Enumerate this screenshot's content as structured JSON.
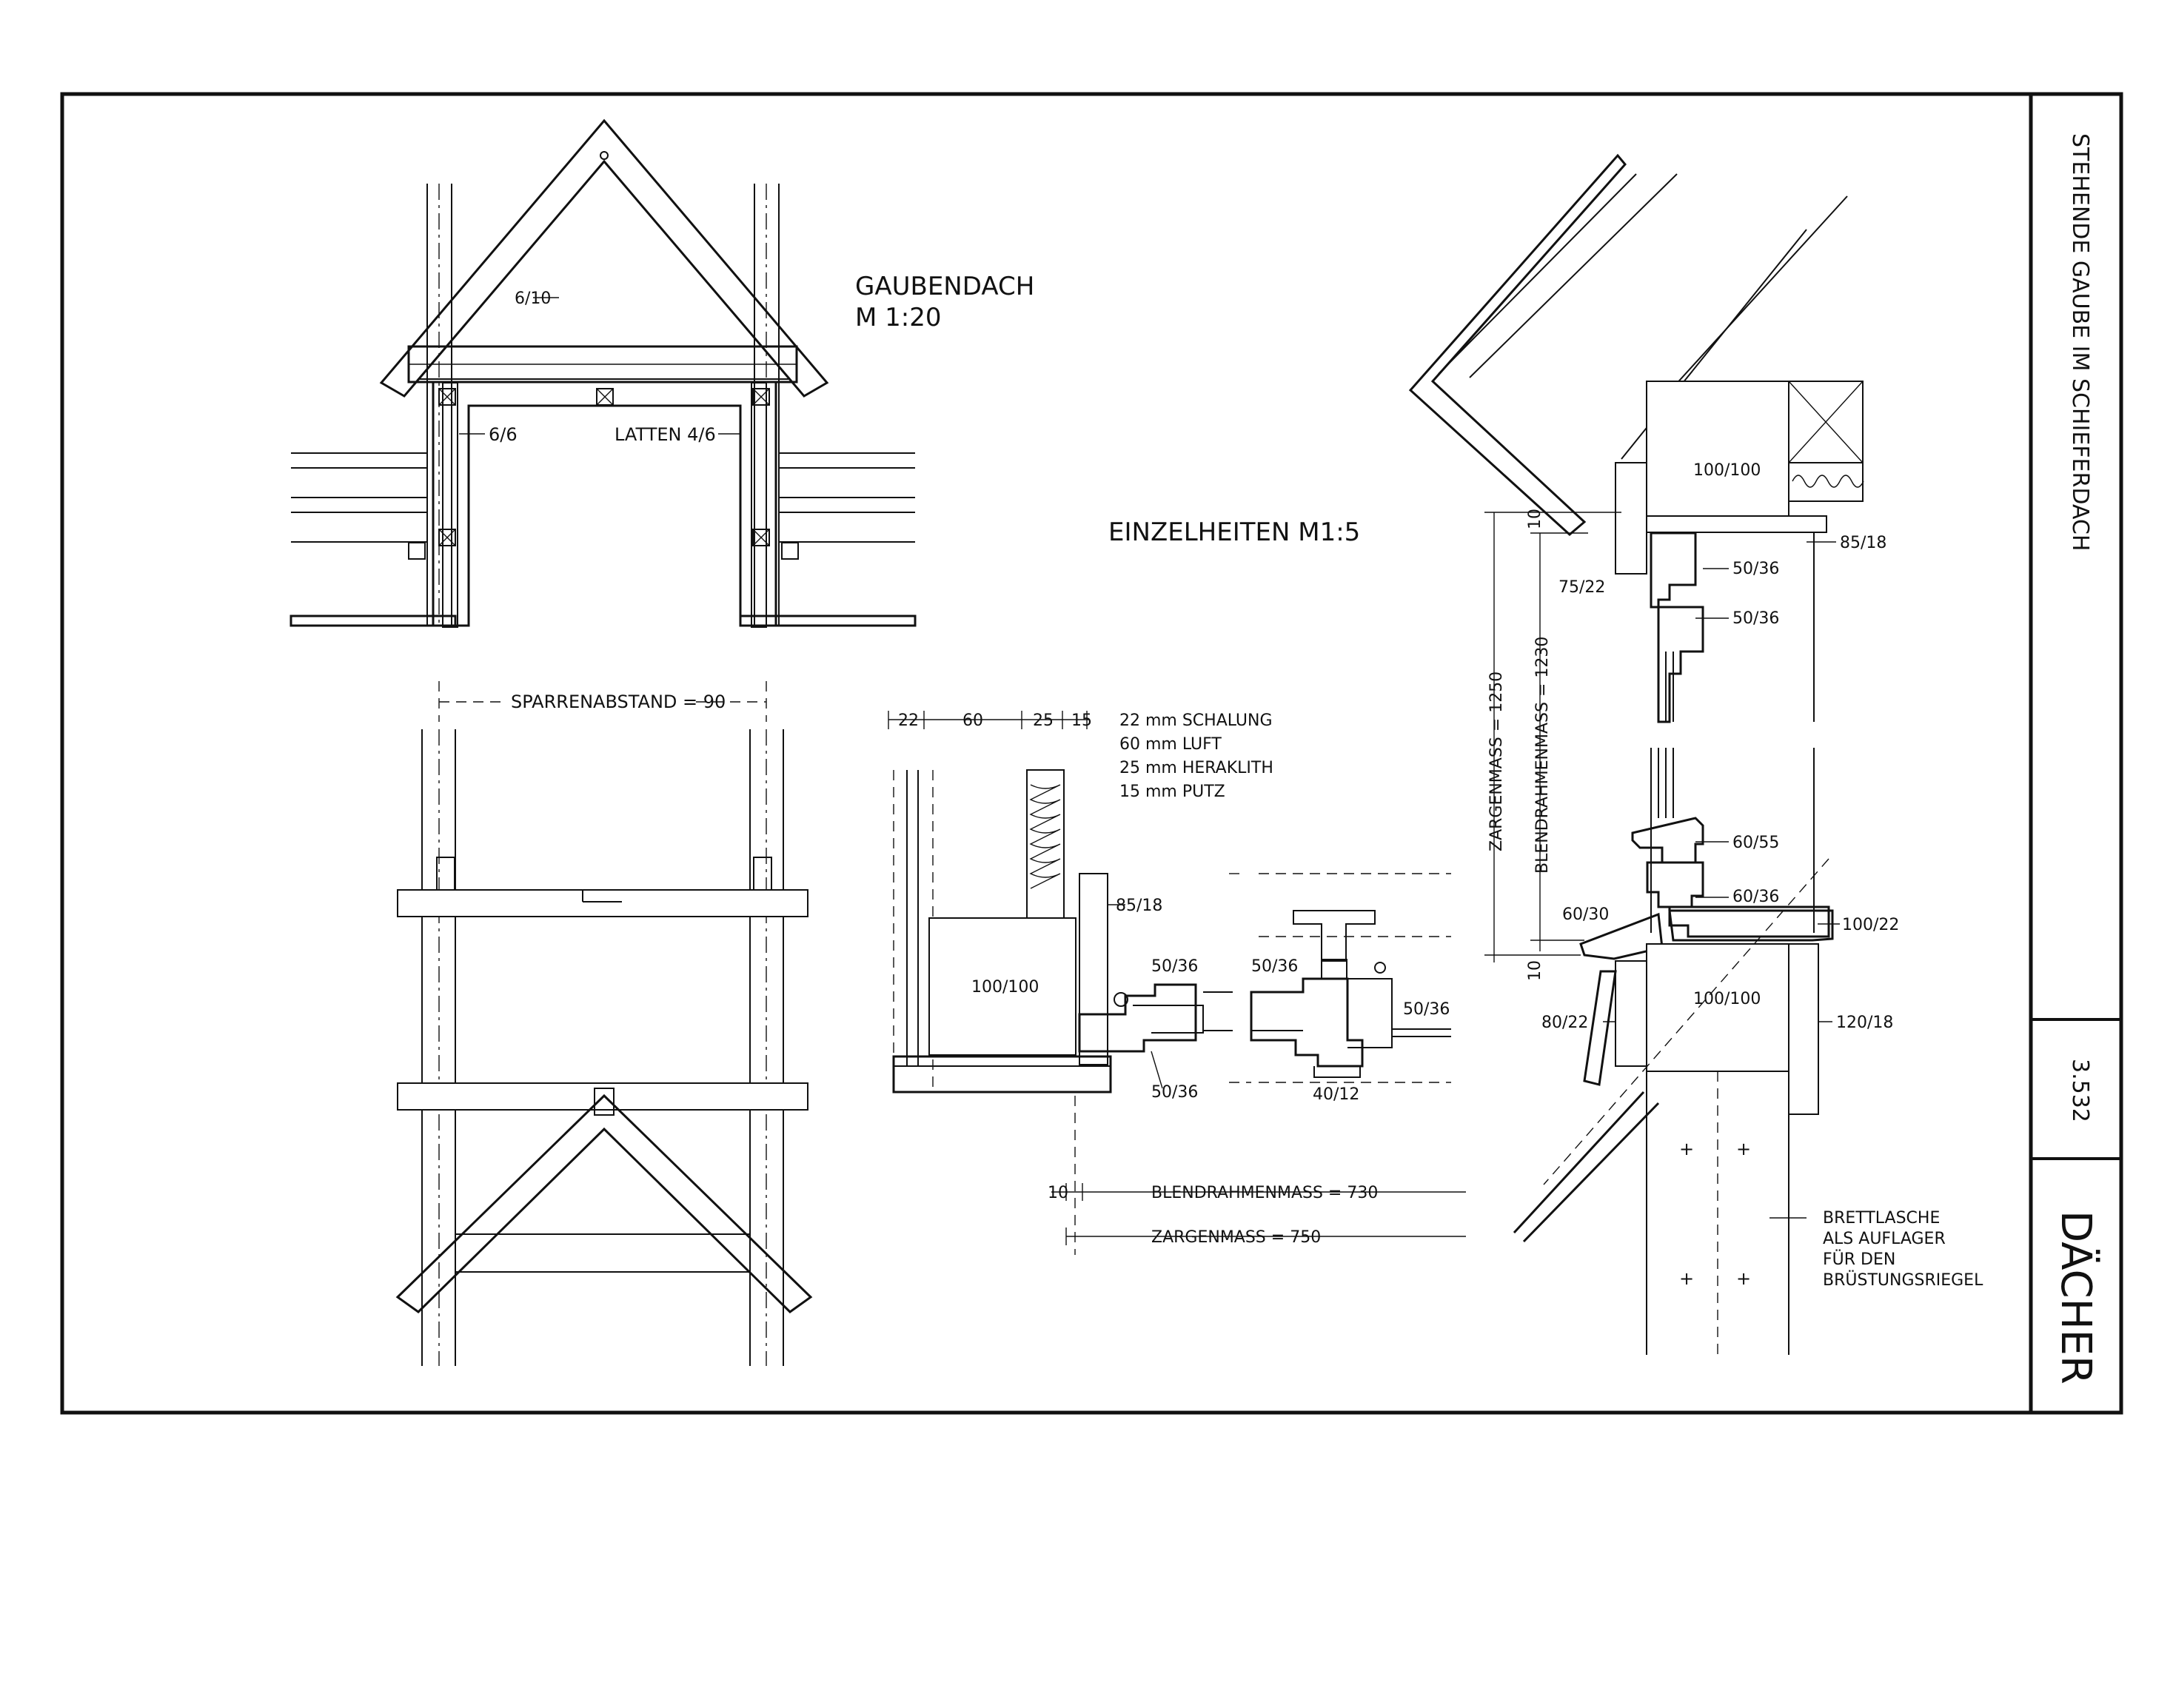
{
  "sheet": {
    "side_title": "STEHENDE GAUBE IM SCHIEFERDACH",
    "sheet_number": "3.532",
    "category": "DÄCHER"
  },
  "gaube": {
    "title_line1": "GAUBENDACH",
    "title_line2": "M 1:20",
    "rafter": "6/10",
    "post": "6/6",
    "latten": "LATTEN 4/6"
  },
  "plan": {
    "spacing": "SPARRENABSTAND = 90"
  },
  "details": {
    "title": "EINZELHEITEN M1:5"
  },
  "wall": {
    "dims": [
      "22",
      "60",
      "25",
      "15"
    ],
    "layers": [
      "22 mm SCHALUNG",
      "60 mm LUFT",
      "25 mm HERAKLITH",
      "15 mm PUTZ"
    ],
    "post": "100/100",
    "board": "85/18",
    "frame_a": "50/36",
    "frame_b": "50/36",
    "frame_c": "50/36",
    "frame_d": "50/36",
    "sill": "40/12",
    "blendrahmen": "BLENDRAHMENMASS = 730",
    "zargen": "ZARGENMASS = 750",
    "dim_10": "10"
  },
  "section": {
    "post_top": "100/100",
    "board_top": "85/18",
    "frame1": "50/36",
    "frame2": "50/36",
    "post_side": "75/22",
    "zargen": "ZARGENMASS = 1250",
    "blendrahmen": "BLENDRAHMENMASS = 1230",
    "dim_10a": "10",
    "dim_10b": "10",
    "frame3": "60/55",
    "frame4": "60/36",
    "nose": "60/30",
    "sill_board": "100/22",
    "post_bottom": "100/100",
    "lower_left": "80/22",
    "lower_right": "120/18",
    "note_1": "BRETTLASCHE",
    "note_2": "ALS AUFLAGER",
    "note_3": "FÜR DEN",
    "note_4": "BRÜSTUNGSRIEGEL"
  }
}
